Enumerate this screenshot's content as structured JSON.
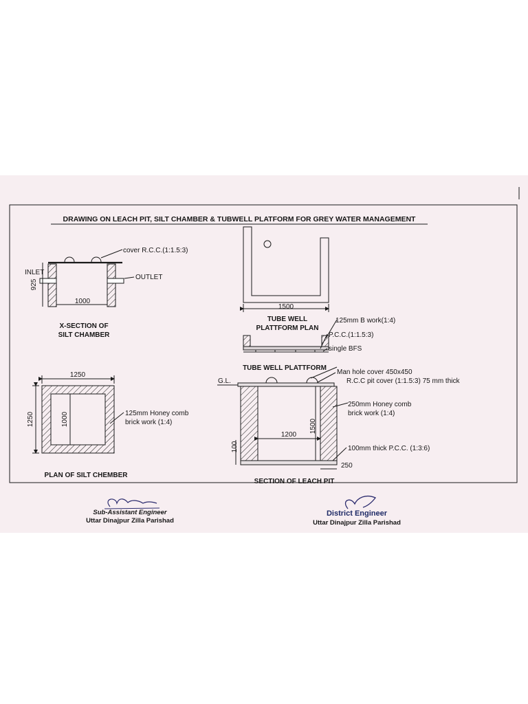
{
  "title": "DRAWING ON LEACH PIT, SILT CHAMBER & TUBWELL PLATFORM FOR GREY WATER MANAGEMENT",
  "silt_chamber_section": {
    "cover_label": "cover  R.C.C.(1:1.5:3)",
    "inlet_label": "INLET",
    "outlet_label": "OUTLET",
    "height_dim": "925",
    "width_dim": "1000",
    "caption_line1": "X-SECTION OF",
    "caption_line2": "SILT CHAMBER"
  },
  "tube_well_plan": {
    "width_dim": "1500",
    "caption_line1": "TUBE WELL",
    "caption_line2": "PLATTFORM PLAN"
  },
  "tube_well_platform": {
    "brick_label": "125mm B work(1:4)",
    "pcc_label": "P.C.C.(1:1.5:3)",
    "bfs_label": "single BFS",
    "caption": "TUBE WELL PLATTFORM"
  },
  "silt_chamber_plan": {
    "outer_dim": "1250",
    "side_dim": "1250",
    "inner_dim": "1000",
    "wall_label_line1": "125mm Honey comb",
    "wall_label_line2": "brick work (1:4)",
    "caption": "PLAN OF SILT CHEMBER"
  },
  "leach_pit_section": {
    "gl_label": "G.L.",
    "manhole_label": "Man hole cover 450x450",
    "rcc_label": "R.C.C pit cover (1:1.5:3) 75  mm thick",
    "wall_label_line1": "250mm Honey comb",
    "wall_label_line2": "brick work (1:4)",
    "height_dim": "1500",
    "width_dim": "1200",
    "base_dim": "100",
    "pcc_label": "100mm thick P.C.C. (1:3:6)",
    "wall_dim": "250",
    "caption": "SECTION OF LEACH PIT"
  },
  "signatures": {
    "left_signature": "C.B.Paul",
    "left_title": "Sub-Assistant Engineer",
    "left_org": "Uttar Dinajpur Zilla Parishad",
    "right_title": "District Engineer",
    "right_org": "Uttar Dinajpur Zilla Parishad"
  }
}
